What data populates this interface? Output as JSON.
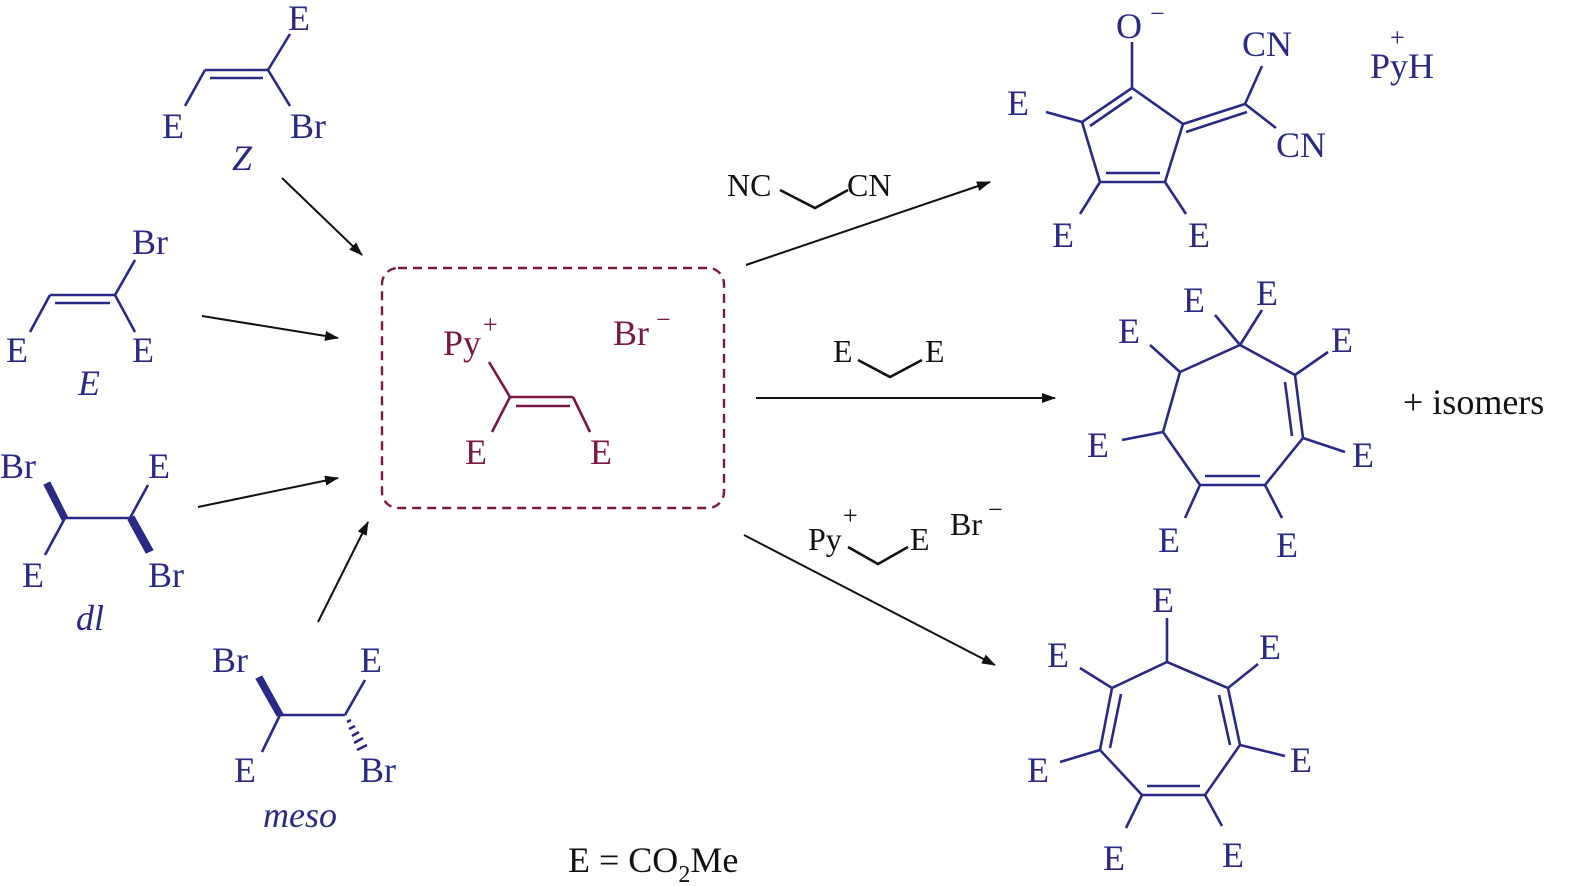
{
  "colors": {
    "reactant": "#2a2a86",
    "intermediate": "#7a1845",
    "reagent": "#111111"
  },
  "reactants": {
    "z": {
      "e1": "E",
      "e2": "E",
      "br": "Br",
      "label": "Z"
    },
    "e": {
      "br": "Br",
      "e1": "E",
      "e2": "E",
      "label": "E"
    },
    "dl": {
      "br1": "Br",
      "e1": "E",
      "e2": "E",
      "br2": "Br",
      "label": "dl"
    },
    "meso": {
      "br1": "Br",
      "e1": "E",
      "e2": "E",
      "br2": "Br",
      "label": "meso"
    }
  },
  "intermediate": {
    "py": "Py",
    "plus": "+",
    "br": "Br",
    "minus": "−",
    "e1": "E",
    "e2": "E"
  },
  "reagents": {
    "malononitrile": {
      "nc": "NC",
      "cn": "CN"
    },
    "diester": {
      "e1": "E",
      "e2": "E"
    },
    "pyridinium": {
      "py": "Py",
      "plus": "+",
      "e": "E",
      "br": "Br",
      "minus": "−"
    }
  },
  "products": {
    "cyclopentadienide": {
      "o": "O",
      "minus": "−",
      "cn1": "CN",
      "cn2": "CN",
      "pyh": "PyH",
      "plus": "+",
      "e1": "E",
      "e2": "E",
      "e3": "E"
    },
    "cycloheptadiene": {
      "e": [
        "E",
        "E",
        "E",
        "E",
        "E",
        "E",
        "E",
        "E"
      ],
      "note": "+ isomers"
    },
    "cycloheptatriene": {
      "e": [
        "E",
        "E",
        "E",
        "E",
        "E",
        "E",
        "E"
      ]
    }
  },
  "footer": {
    "def": "E = CO",
    "sub": "2",
    "rest": "Me"
  }
}
